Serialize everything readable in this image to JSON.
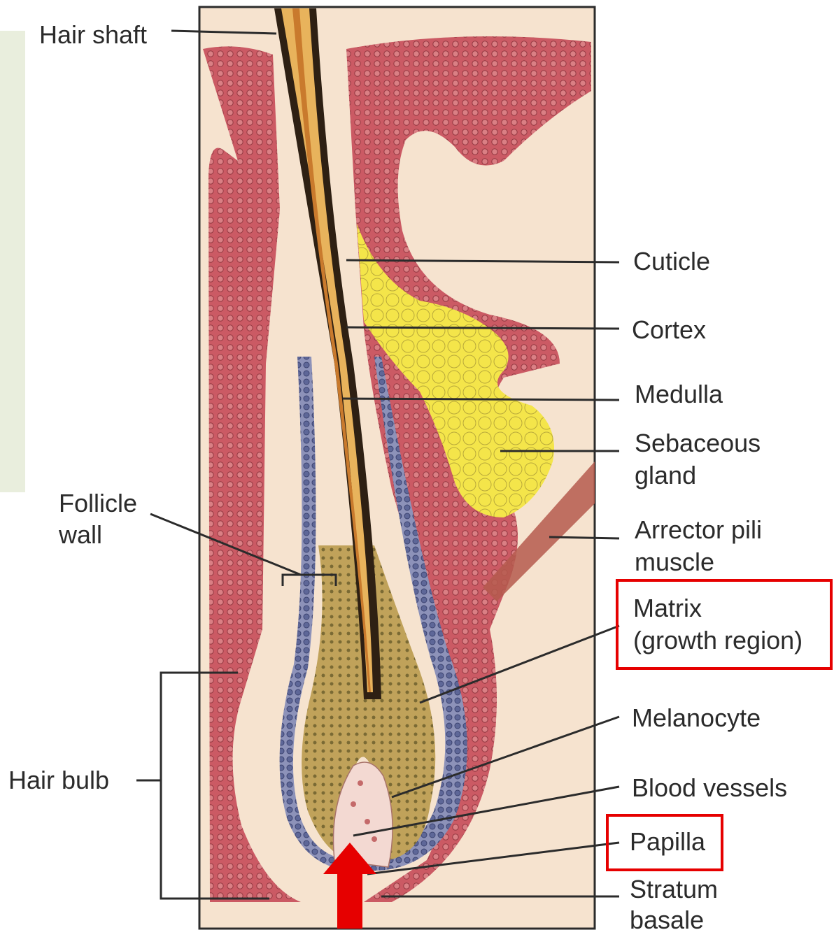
{
  "colors": {
    "highlight": "#e60000",
    "dermis": "#f6e3cf",
    "epidermis": "#c9535e",
    "sebaceous": "#f2e34a",
    "hair_cortex": "#e8b35c",
    "sheath": "#6d77a3",
    "panel": "#e9eedd"
  },
  "labels": {
    "hair_shaft": "Hair shaft",
    "cuticle": "Cuticle",
    "cortex": "Cortex",
    "medulla": "Medulla",
    "sebaceous_gland": [
      "Sebaceous",
      "gland"
    ],
    "arrector_pili": [
      "Arrector pili",
      "muscle"
    ],
    "matrix": [
      "Matrix",
      "(growth region)"
    ],
    "melanocyte": "Melanocyte",
    "blood_vessels": "Blood vessels",
    "papilla": "Papilla",
    "stratum_basale": [
      "Stratum",
      "basale"
    ],
    "follicle_wall": [
      "Follicle",
      "wall"
    ],
    "hair_bulb": "Hair bulb"
  },
  "highlights": [
    "matrix",
    "papilla"
  ],
  "arrow": {
    "icon": "up-arrow-icon",
    "target": "papilla"
  }
}
